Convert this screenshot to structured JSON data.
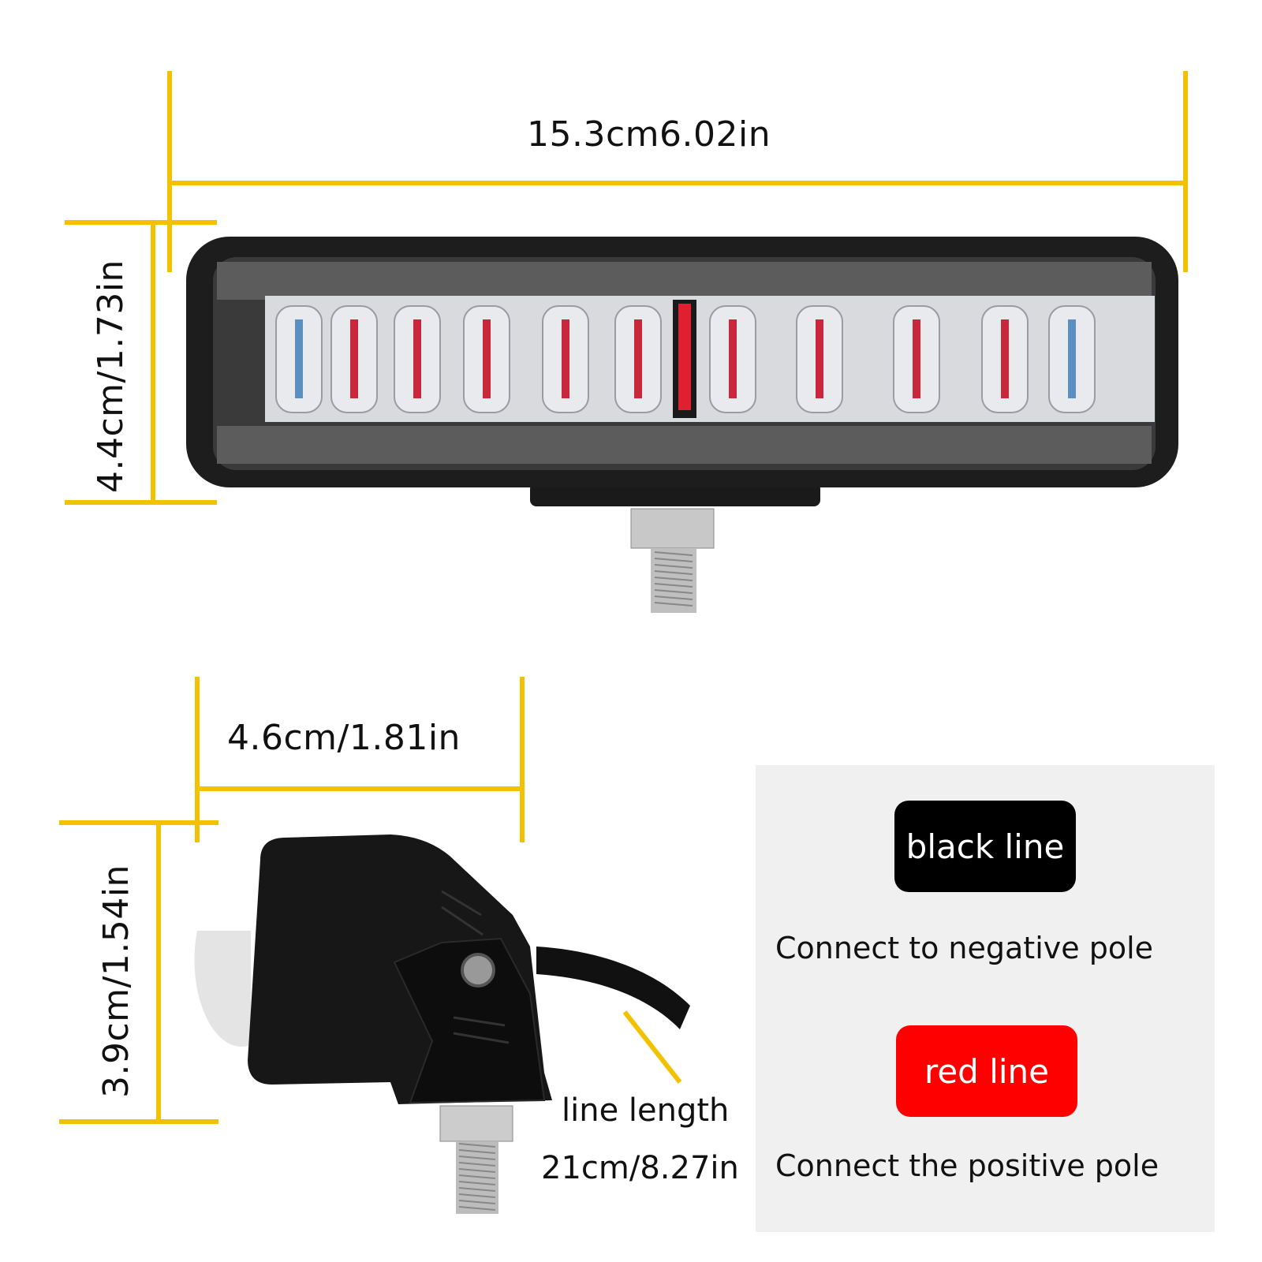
{
  "dimensions": {
    "bar_length": "15.3cm6.02in",
    "bar_height": "4.4cm/1.73in",
    "side_depth": "4.6cm/1.81in",
    "side_height": "3.9cm/1.54in"
  },
  "cable": {
    "label": "line length",
    "length": "21cm/8.27in"
  },
  "wiring": {
    "black": {
      "label": "black line",
      "description": "Connect to negative pole",
      "color": "#000000"
    },
    "red": {
      "label": "red line",
      "description": "Connect the positive pole",
      "color": "#ff0000"
    }
  },
  "colors": {
    "dimension_line": "#f2c200",
    "housing": "#1a1a1a"
  }
}
